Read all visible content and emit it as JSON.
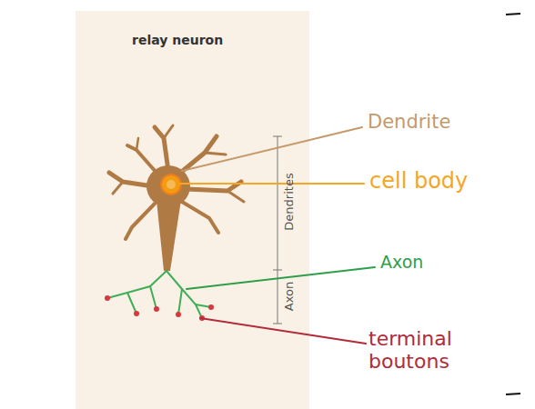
{
  "diagram": {
    "title": "relay neuron",
    "labels": [
      "Dendrites",
      "Axon",
      "Dendrite",
      "cell body",
      "Axon",
      "terminal boutons"
    ]
  }
}
